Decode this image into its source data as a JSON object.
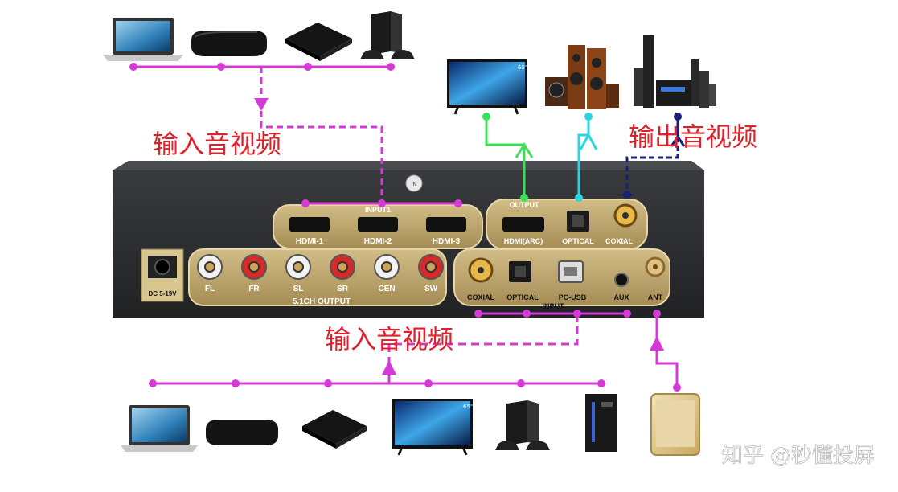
{
  "labels": {
    "input_av_top": "输入音视频",
    "output_av": "输出音视频",
    "input_av_bottom": "输入音视频",
    "watermark": "知乎 @秒懂投屏"
  },
  "device": {
    "input_section": "INPUT1",
    "hdmi_ports": [
      "HDMI-1",
      "HDMI-2",
      "HDMI-3"
    ],
    "output_section": "OUTPUT",
    "output_ports": [
      "HDMI(ARC)",
      "OPTICAL",
      "COXIAL"
    ],
    "dc_label": "DC 5-19V",
    "channel_ports": [
      "FL",
      "FR",
      "SL",
      "SR",
      "CEN",
      "SW"
    ],
    "channel_section": "5.1CH OUTPUT",
    "rear_input_ports": [
      "COXIAL",
      "OPTICAL",
      "PC-USB",
      "AUX",
      "ANT"
    ],
    "rear_input_section": "INPUT"
  },
  "icons": {
    "top_sources": [
      "laptop-icon",
      "tv-box-icon",
      "tv-box-icon",
      "game-console-icon"
    ],
    "outputs": [
      "tv-icon",
      "speaker-set-icon",
      "home-theater-icon"
    ],
    "bottom_sources": [
      "laptop-icon",
      "tv-box-icon",
      "tv-box-icon",
      "tv-icon",
      "game-console-icon",
      "pc-tower-icon"
    ],
    "phone": "smartphone-icon"
  },
  "colors": {
    "input_line": "#d63ad6",
    "hdmi_out_line": "#3ce05a",
    "optical_out_line": "#2ad4e0",
    "coax_out_line": "#1a1f7a",
    "label_red": "#e0202a",
    "panel_gold": "#b8a06a",
    "device_body": "#2a2c2e"
  }
}
